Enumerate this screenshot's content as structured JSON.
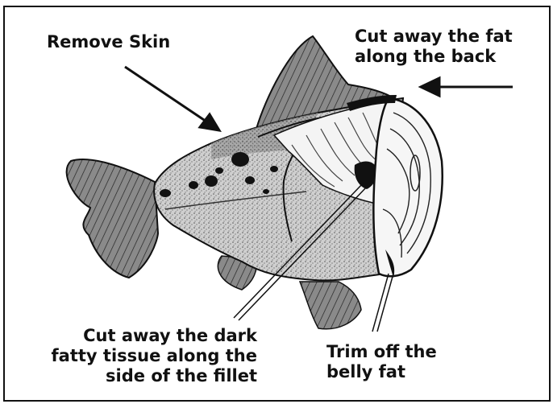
{
  "labels": {
    "remove_skin": "Remove Skin",
    "back_fat": [
      "Cut away the fat",
      "along the back"
    ],
    "dark_tissue": [
      "Cut away the dark",
      "fatty tissue along the",
      "side of the fillet"
    ],
    "belly_fat": [
      "Trim off the",
      "belly fat"
    ]
  },
  "colors": {
    "ink": "#111111",
    "skin_light": "#d9d9d9",
    "skin_mid": "#a8a8a8",
    "skin_dark": "#6e6e6e",
    "flesh": "#f2f2f2",
    "dark_tissue": "#1a1a1a"
  }
}
